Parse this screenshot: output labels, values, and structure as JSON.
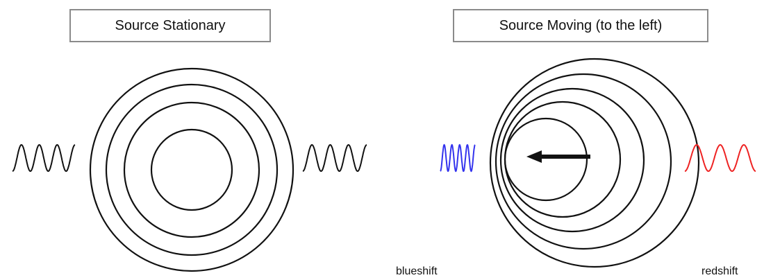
{
  "panels": {
    "stationary": {
      "title": "Source Stationary"
    },
    "moving": {
      "title": "Source Moving (to the left)"
    }
  },
  "captions": {
    "blueshift": "blueshift",
    "redshift": "redshift"
  },
  "colors": {
    "stroke": "#111111",
    "blueshift_wave": "#3333ee",
    "redshift_wave": "#ee2222",
    "box_border": "#8a8a8a"
  },
  "icons": {
    "motion_arrow": "left-arrow-icon"
  }
}
